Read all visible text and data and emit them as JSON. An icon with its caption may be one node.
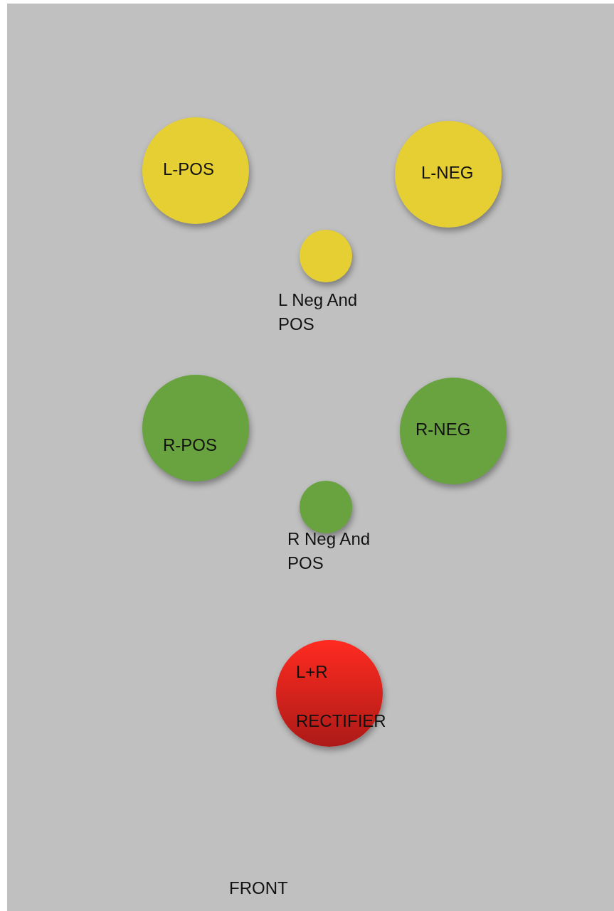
{
  "diagram": {
    "nodes": [
      {
        "text": [
          "L-POS"
        ]
      },
      {
        "text": [
          "L-NEG"
        ]
      },
      {
        "text": [
          "L Neg And POS"
        ]
      },
      {
        "text": [
          "R-POS"
        ]
      },
      {
        "text": [
          "R-NEG"
        ]
      },
      {
        "text": [
          "R Neg And POS"
        ]
      },
      {
        "text": [
          "L+R",
          "RECTIFIER"
        ]
      }
    ],
    "labels": [
      "FRONT"
    ]
  }
}
